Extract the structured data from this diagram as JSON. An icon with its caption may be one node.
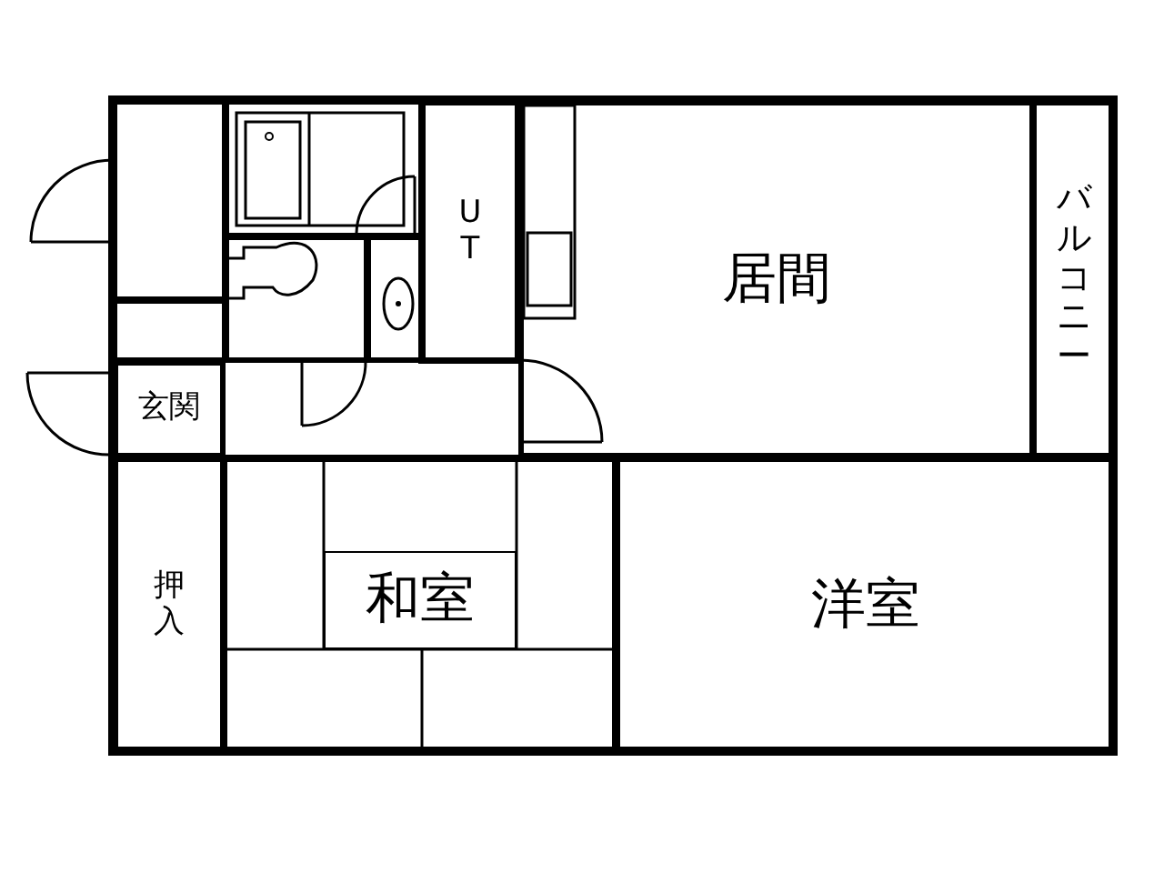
{
  "diagram": {
    "nodes": [
      {
        "text": [
          "玄関"
        ]
      },
      {
        "text": [
          "UT"
        ]
      },
      {
        "text": [
          "居間"
        ]
      },
      {
        "text": [
          "バルコニー"
        ]
      },
      {
        "text": [
          "押入"
        ]
      },
      {
        "text": [
          "和室"
        ]
      },
      {
        "text": [
          "洋室"
        ]
      }
    ]
  }
}
